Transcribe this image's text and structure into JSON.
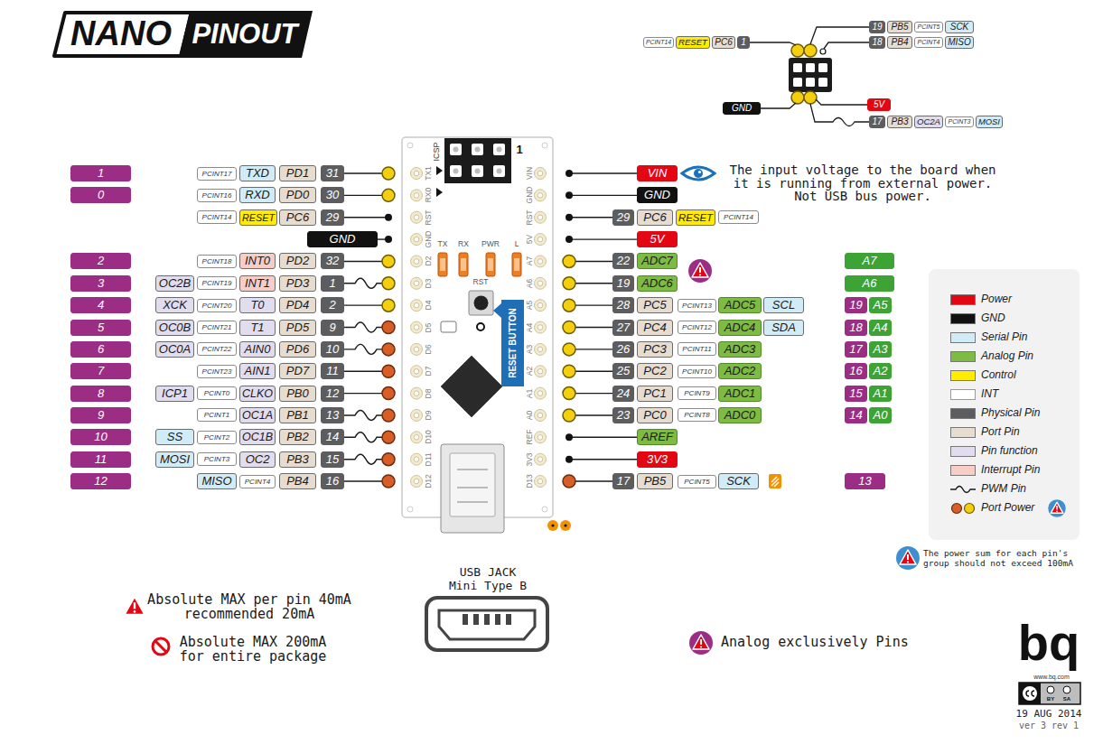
{
  "diagram": {
    "labels": [
      "NANO",
      "PINOUT",
      "19",
      "PB5",
      "PCINT5",
      "SCK",
      "18",
      "PB4",
      "PCINT4",
      "MISO",
      "PCINT14",
      "RESET",
      "PC6",
      "1",
      "GND",
      "5V",
      "17",
      "PB3",
      "OC2A",
      "PCINT3",
      "MOSI",
      "The input voltage to the board when it is running from external power. Not USB bus power.",
      "1",
      "PCINT17",
      "TXD",
      "PD1",
      "31",
      "0",
      "PCINT16",
      "RXD",
      "PD0",
      "30",
      "PCINT14",
      "RESET",
      "PC6",
      "29",
      "GND",
      "2",
      "PCINT18",
      "INT0",
      "PD2",
      "32",
      "3",
      "OC2B",
      "PCINT19",
      "INT1",
      "PD3",
      "1",
      "4",
      "XCK",
      "PCINT20",
      "T0",
      "PD4",
      "2",
      "5",
      "OC0B",
      "PCINT21",
      "T1",
      "PD5",
      "9",
      "6",
      "OC0A",
      "PCINT22",
      "AIN0",
      "PD6",
      "10",
      "7",
      "PCINT23",
      "AIN1",
      "PD7",
      "11",
      "8",
      "ICP1",
      "PCINT0",
      "CLKO",
      "PB0",
      "12",
      "9",
      "PCINT1",
      "OC1A",
      "PB1",
      "13",
      "10",
      "SS",
      "PCINT2",
      "OC1B",
      "PB2",
      "14",
      "11",
      "MOSI",
      "PCINT3",
      "OC2",
      "PB3",
      "15",
      "12",
      "MISO",
      "PCINT4",
      "PB4",
      "16",
      "VIN",
      "GND",
      "29",
      "PC6",
      "RESET",
      "PCINT14",
      "5V",
      "22",
      "ADC7",
      "A7",
      "19",
      "ADC6",
      "A6",
      "28",
      "PC5",
      "PCINT13",
      "ADC5",
      "SCL",
      "19",
      "A5",
      "27",
      "PC4",
      "PCINT12",
      "ADC4",
      "SDA",
      "18",
      "A4",
      "26",
      "PC3",
      "PCINT11",
      "ADC3",
      "17",
      "A3",
      "25",
      "PC2",
      "PCINT10",
      "ADC2",
      "16",
      "A2",
      "24",
      "PC1",
      "PCINT9",
      "ADC1",
      "15",
      "A1",
      "23",
      "PC0",
      "PCINT8",
      "ADC0",
      "14",
      "A0",
      "AREF",
      "3V3",
      "17",
      "PB5",
      "PCINT5",
      "SCK",
      "13",
      "TX1",
      "RX0",
      "RST",
      "GND",
      "D2",
      "D3",
      "D4",
      "D5",
      "D6",
      "D7",
      "D8",
      "D9",
      "D10",
      "D11",
      "D12",
      "VIN",
      "GND",
      "RST",
      "5V",
      "A7",
      "A6",
      "A5",
      "A4",
      "A3",
      "A2",
      "A1",
      "A0",
      "REF",
      "3V3",
      "D13",
      "TX",
      "RX",
      "PWR",
      "L",
      "RST",
      "RESET BUTTON",
      "ICSP",
      "1",
      "The power sum for each pin's group should not exceed 100mA",
      "Absolute MAX per pin 40mA recommended 20mA",
      "Absolute MAX 200mA for entire package",
      "Analog exclusively Pins",
      "USB JACK Mini Type B",
      "bq",
      "www.bq.com",
      "BY",
      "SA",
      "19 AUG 2014",
      "ver 3 rev 1"
    ],
    "legend": [
      {
        "text": "Power",
        "color": "#e30613"
      },
      {
        "text": "GND",
        "color": "#111111"
      },
      {
        "text": "Serial Pin",
        "color": "#d2ecf7"
      },
      {
        "text": "Analog Pin",
        "color": "#7dbb42"
      },
      {
        "text": "Control",
        "color": "#ffec00"
      },
      {
        "text": "INT",
        "color": "#ffffff"
      },
      {
        "text": "Physical Pin",
        "color": "#5d5d5f"
      },
      {
        "text": "Port Pin",
        "color": "#e6dccf"
      },
      {
        "text": "Pin function",
        "color": "#e2dcef"
      },
      {
        "text": "Interrupt Pin",
        "color": "#f8cdc6"
      },
      {
        "text": "PWM Pin"
      },
      {
        "text": "Port Power"
      }
    ]
  }
}
